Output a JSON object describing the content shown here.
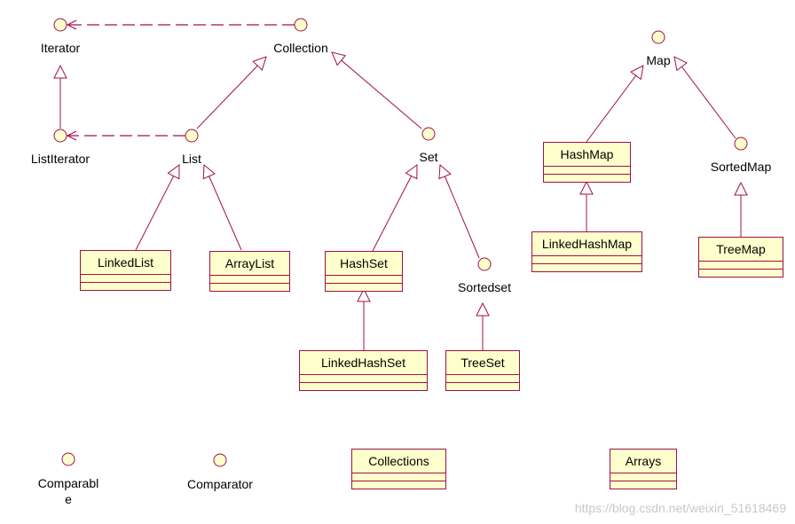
{
  "colors": {
    "stroke": "#a0104c",
    "fill": "#ffffcc",
    "text": "#000000"
  },
  "interfaces": {
    "iterator": "Iterator",
    "collection": "Collection",
    "list_iterator": "ListIterator",
    "list": "List",
    "set": "Set",
    "sortedset": "Sortedset",
    "map": "Map",
    "sorted_map": "SortedMap",
    "comparable_line1": "Comparabl",
    "comparable_line2": "e",
    "comparator": "Comparator"
  },
  "classes": {
    "linked_list": "LinkedList",
    "array_list": "ArrayList",
    "hash_set": "HashSet",
    "linked_hash_set": "LinkedHashSet",
    "tree_set": "TreeSet",
    "hash_map": "HashMap",
    "linked_hash_map": "LinkedHashMap",
    "tree_map": "TreeMap",
    "collections": "Collections",
    "arrays": "Arrays"
  },
  "watermark": "https://blog.csdn.net/weixin_51618469"
}
